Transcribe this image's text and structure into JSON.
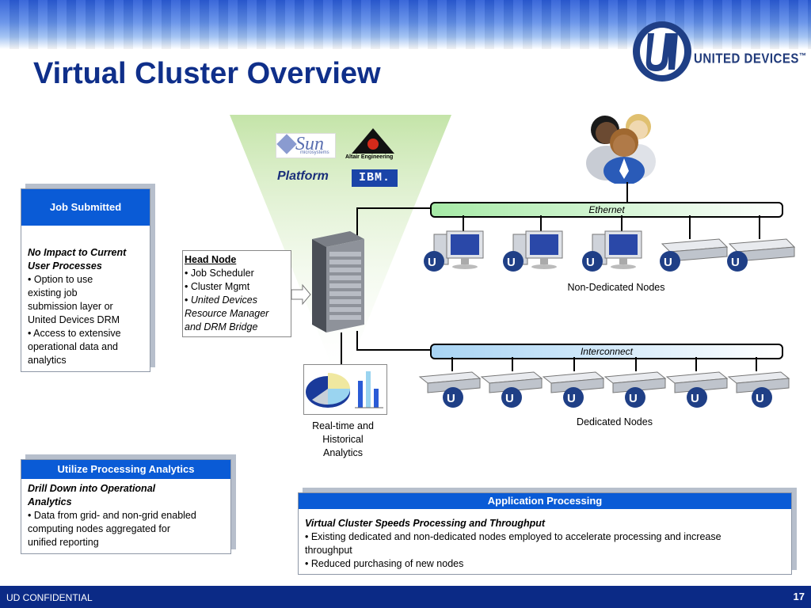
{
  "slide": {
    "title": "Virtual Cluster Overview",
    "logo_text": "UNITED DEVICES",
    "logo_trademark": "™",
    "page_number": "17",
    "confidential": "UD CONFIDENTIAL"
  },
  "vendors": {
    "sun": "Sun",
    "sun_sub": "microsystems",
    "altair": "Altair Engineering",
    "platform": "Platform",
    "ibm": "IBM."
  },
  "job_panel": {
    "header": "Job Submitted",
    "heading_1": "No Impact to Current",
    "heading_2": "User Processes",
    "lines": [
      "• Option to use",
      "existing job",
      "submission layer or",
      "United Devices DRM",
      "• Access to extensive",
      "operational data and",
      "analytics"
    ]
  },
  "head_node": {
    "title": "Head Node",
    "item1": "• Job Scheduler",
    "item2": "• Cluster Mgmt",
    "bullet3": "•",
    "item3_1": "United Devices",
    "item3_2": "Resource Manager",
    "item3_3": "and DRM Bridge"
  },
  "network": {
    "ethernet": "Ethernet",
    "interconnect": "Interconnect",
    "non_dedicated": "Non-Dedicated Nodes",
    "dedicated": "Dedicated Nodes",
    "analytics_1": "Real-time and",
    "analytics_2": "Historical",
    "analytics_3": "Analytics"
  },
  "analytics_panel": {
    "header": "Utilize Processing Analytics",
    "heading_1": "Drill Down into Operational",
    "heading_2": "Analytics",
    "lines": [
      "• Data from grid- and non-grid enabled",
      "computing nodes aggregated for",
      "unified reporting"
    ]
  },
  "app_panel": {
    "header": "Application Processing",
    "heading": "Virtual Cluster Speeds Processing and Throughput",
    "lines": [
      "• Existing dedicated and non-dedicated nodes employed to accelerate processing and increase",
      "throughput",
      "• Reduced purchasing of new nodes"
    ]
  }
}
